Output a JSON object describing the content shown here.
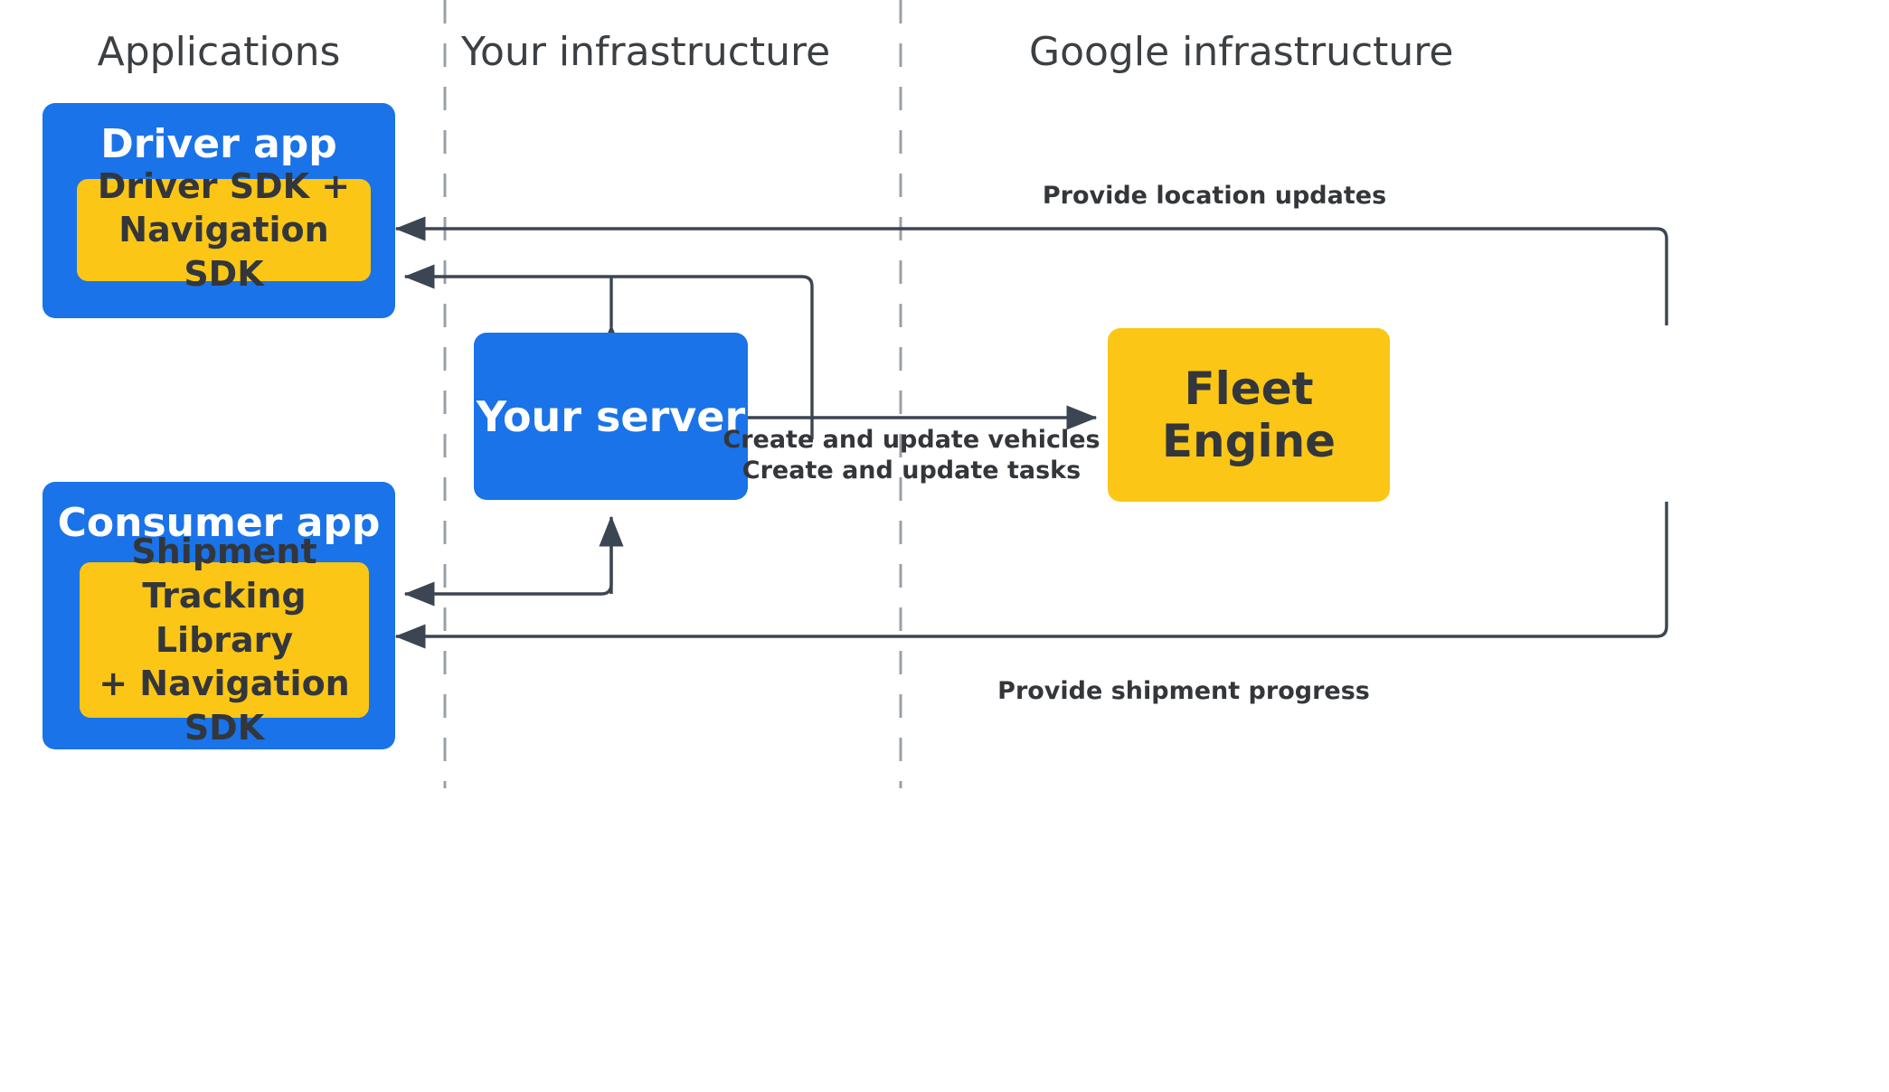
{
  "diagram": {
    "title": "Fleet Engine integration architecture",
    "columns": [
      {
        "label": "Applications"
      },
      {
        "label": "Your infrastructure"
      },
      {
        "label": "Google infrastructure"
      }
    ],
    "nodes": {
      "driver_app": {
        "title": "Driver app",
        "sdk": "Driver SDK +\nNavigation SDK"
      },
      "consumer_app": {
        "title": "Consumer app",
        "sdk": "Shipment\nTracking Library\n+ Navigation SDK"
      },
      "your_server": {
        "title": "Your server"
      },
      "fleet_engine": {
        "title": "Fleet Engine"
      }
    },
    "edge_labels": {
      "location_updates": "Provide location updates",
      "create_update": "Create and update vehicles\nCreate and update tasks",
      "shipment_progress": "Provide shipment progress"
    },
    "colors": {
      "app_blue": "#1a73e8",
      "sdk_yellow": "#fbc615",
      "text_dark": "#33363a",
      "header_gray": "#3c4043",
      "divider_gray": "#9aa0a6",
      "arrow_gray": "#3c4552"
    }
  }
}
